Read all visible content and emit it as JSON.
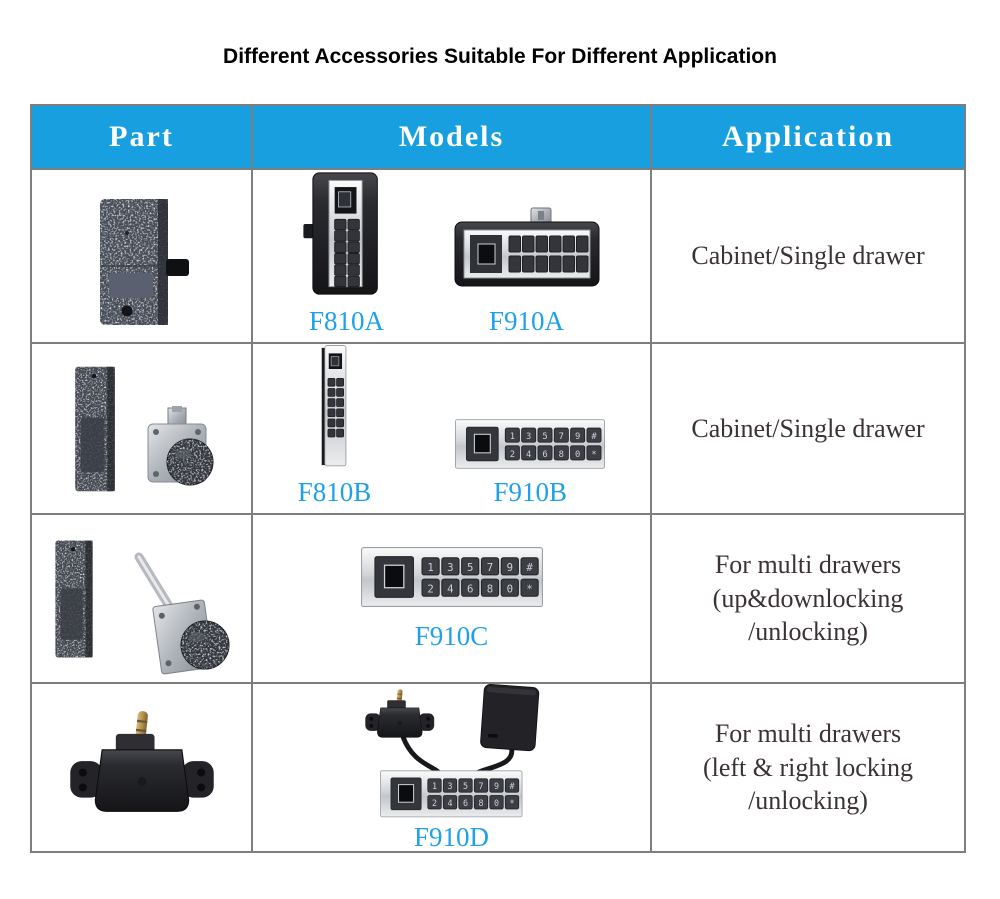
{
  "title": "Different Accessories Suitable For Different Application",
  "colors": {
    "header_bg": "#189fe0",
    "header_text": "#ffffff",
    "model_label_blue": "#1ea1e9",
    "application_text": "#3a3236",
    "table_border": "#7e7e7e"
  },
  "table": {
    "headers": [
      "Part",
      "Models",
      "Application"
    ],
    "rows": [
      {
        "part_images": [
          "textured-cabinet-lock"
        ],
        "models": [
          {
            "label": "F810A",
            "image": "vertical-keypad-lock"
          },
          {
            "label": "F910A",
            "image": "horizontal-keypad-lock"
          }
        ],
        "application": "Cabinet/Single drawer"
      },
      {
        "part_images": [
          "battery-box",
          "cam-lock"
        ],
        "models": [
          {
            "label": "F810B",
            "image": "slim-vertical-keypad"
          },
          {
            "label": "F910B",
            "image": "horizontal-keypad"
          }
        ],
        "application": "Cabinet/Single drawer"
      },
      {
        "part_images": [
          "battery-box",
          "rod-cam-lock"
        ],
        "models": [
          {
            "label": "F910C",
            "image": "horizontal-keypad"
          }
        ],
        "application": "For multi drawers\n(up&downlocking\n/unlocking)"
      },
      {
        "part_images": [
          "motor-lock"
        ],
        "models": [
          {
            "label": "F910D",
            "image": "keypad-motor-battery-kit"
          }
        ],
        "application": "For multi drawers\n(left & right locking\n/unlocking)"
      }
    ]
  },
  "keypad": {
    "digits_top": [
      "1",
      "3",
      "5",
      "7",
      "9",
      "#"
    ],
    "digits_bottom": [
      "2",
      "4",
      "6",
      "8",
      "0",
      "*"
    ]
  }
}
